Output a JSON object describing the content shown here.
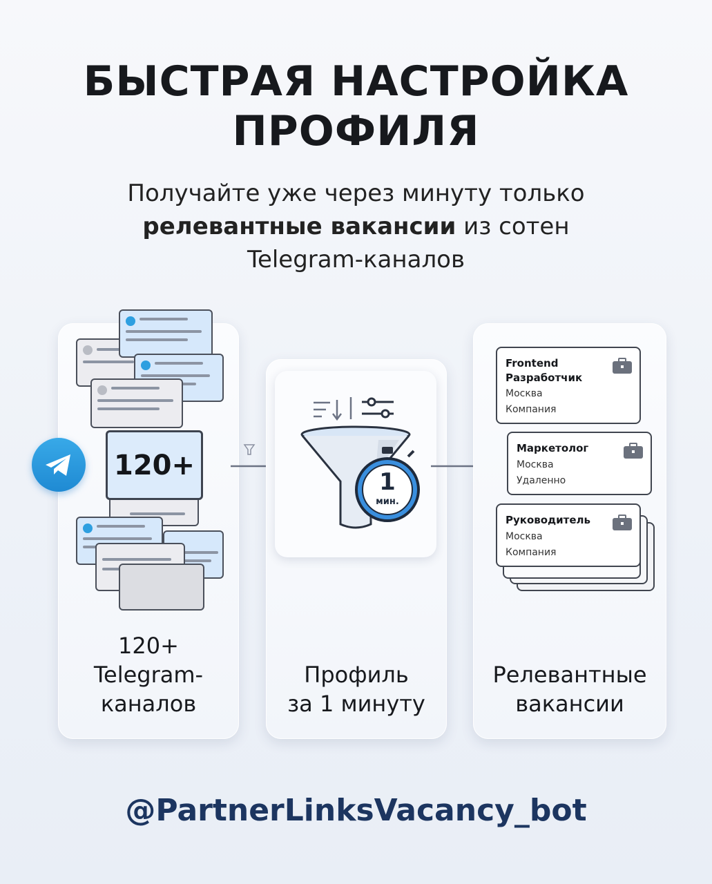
{
  "header": {
    "title_line1": "БЫСТРАЯ НАСТРОЙКА",
    "title_line2": "ПРОФИЛЯ",
    "subtitle_line1": "Получайте уже через минуту только",
    "subtitle_bold": "релевантные вакансии",
    "subtitle_line2_rest": " из сотен",
    "subtitle_line3": "Telegram-каналов"
  },
  "steps": [
    {
      "caption_line1": "120+",
      "caption_line2": "Telegram-",
      "caption_line3": "каналов",
      "badge": "120+"
    },
    {
      "caption_line1": "Профиль",
      "caption_line2": "за 1 минуту",
      "timer_value": "1",
      "timer_unit": "мин."
    },
    {
      "caption_line1": "Релевантные",
      "caption_line2": "вакансии"
    }
  ],
  "jobs": [
    {
      "title_line1": "Frontend",
      "title_line2": "Разработчик",
      "line1": "Москва",
      "line2": "Компания"
    },
    {
      "title_line1": "Маркетолог",
      "line1": "Москва",
      "line2": "Удаленно"
    },
    {
      "title_line1": "Руководитель",
      "line1": "Москва",
      "line2": "Компания"
    }
  ],
  "icons": [
    "telegram-icon",
    "funnel-icon",
    "stopwatch-icon",
    "sliders-icon",
    "sort-icon",
    "briefcase-icon",
    "arrow-right-icon"
  ],
  "colors": {
    "accent": "#1f8ad3",
    "handle": "#1c3560",
    "card_blue": "#d6e8fb"
  },
  "footer": {
    "handle": "@PartnerLinksVacancy_bot"
  }
}
